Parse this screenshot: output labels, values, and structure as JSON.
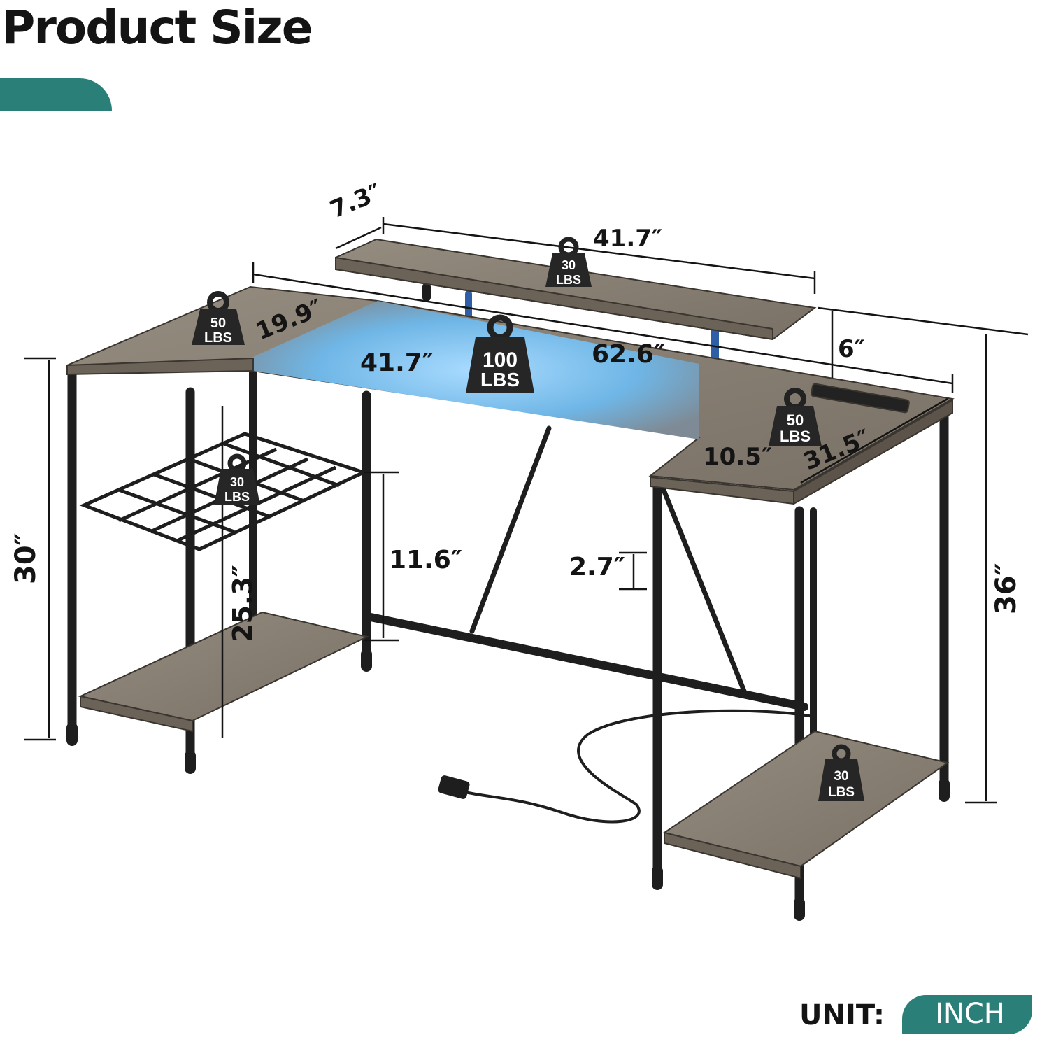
{
  "header": {
    "title": "Product Size"
  },
  "dimensions": {
    "riser_depth": "7.3″",
    "riser_width": "41.7″",
    "corner_depth": "19.9″",
    "desk_inner_width": "41.7″",
    "desk_total_width": "62.6″",
    "riser_height": "6″",
    "side_inner": "10.5″",
    "side_length": "31.5″",
    "desk_height": "30″",
    "total_height": "36″",
    "shelf_height": "25.3″",
    "leg_gap": "11.6″",
    "hook_gap": "2.7″"
  },
  "weights": {
    "riser": {
      "value": "30",
      "unit": "LBS"
    },
    "left_corner": {
      "value": "50",
      "unit": "LBS"
    },
    "desktop": {
      "value": "100",
      "unit": "LBS"
    },
    "right_corner": {
      "value": "50",
      "unit": "LBS"
    },
    "wire_shelf": {
      "value": "30",
      "unit": "LBS"
    },
    "bottom_shelf": {
      "value": "30",
      "unit": "LBS"
    }
  },
  "unit": {
    "label": "UNIT:",
    "value": "INCH"
  },
  "colors": {
    "accent": "#2a7f78",
    "wood": "#8a8175",
    "frame": "#1e1e1e",
    "led": "#6fb6e6"
  }
}
